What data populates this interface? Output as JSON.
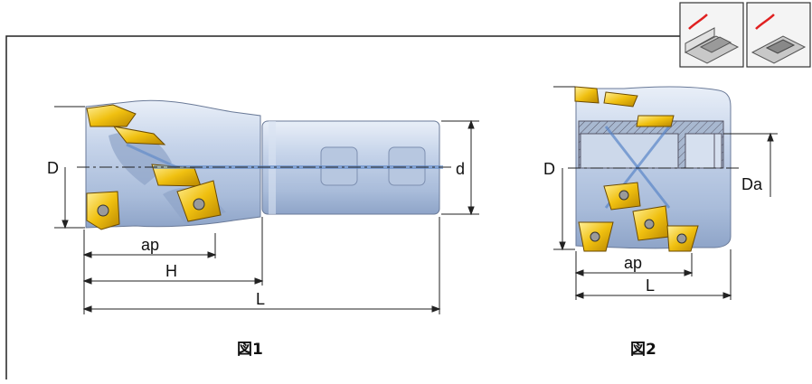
{
  "figure1": {
    "caption": "図1",
    "dim_D": "D",
    "dim_d": "d",
    "dim_ap": "ap",
    "dim_H": "H",
    "dim_L": "L"
  },
  "figure2": {
    "caption": "図2",
    "dim_D": "D",
    "dim_Da": "Da",
    "dim_ap": "ap",
    "dim_L": "L"
  },
  "icons": [
    {
      "name": "shoulder-milling-icon"
    },
    {
      "name": "slot-milling-icon"
    }
  ],
  "colors": {
    "body": "#b9c9e2",
    "insert": "#e8b400",
    "coolant": "#5a86c8",
    "frame": "#222222"
  }
}
